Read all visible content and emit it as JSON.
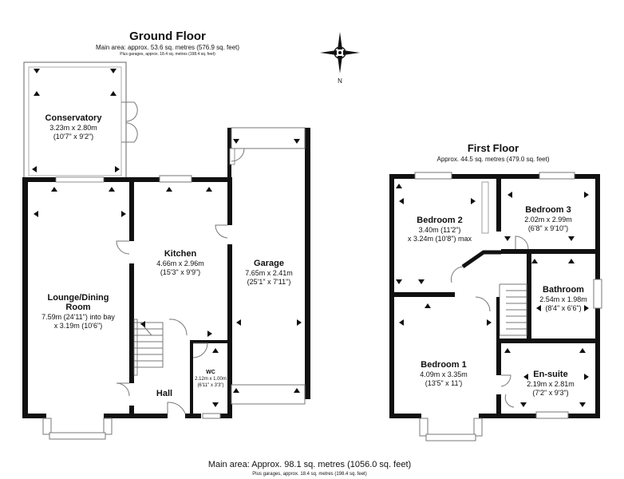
{
  "ground_floor": {
    "title": "Ground Floor",
    "main_area": "Main area: approx. 53.6 sq. metres (576.9 sq. feet)",
    "plus_garages": "Plus garages, approx. 18.4 sq. metres (198.4 sq. feet)",
    "rooms": {
      "conservatory": {
        "name": "Conservatory",
        "metric": "3.23m x 2.80m",
        "imperial": "(10'7\" x 9'2\")"
      },
      "lounge": {
        "name_line1": "Lounge/Dining",
        "name_line2": "Room",
        "metric": "7.59m (24'11\") into bay",
        "imperial": "x 3.19m (10'6\")"
      },
      "kitchen": {
        "name": "Kitchen",
        "metric": "4.66m x 2.96m",
        "imperial": "(15'3\" x 9'9\")"
      },
      "garage": {
        "name": "Garage",
        "metric": "7.65m x 2.41m",
        "imperial": "(25'1\" x 7'11\")"
      },
      "wc": {
        "name": "WC",
        "metric": "2.12m x 1.00m",
        "imperial": "(6'11\" x 3'3\")"
      },
      "hall": {
        "name": "Hall"
      }
    }
  },
  "first_floor": {
    "title": "First Floor",
    "area": "Approx. 44.5 sq. metres (479.0 sq. feet)",
    "rooms": {
      "bedroom2": {
        "name": "Bedroom 2",
        "line1": "3.40m (11'2\")",
        "line2": "x 3.24m (10'8\") max"
      },
      "bedroom3": {
        "name": "Bedroom 3",
        "metric": "2.02m x 2.99m",
        "imperial": "(6'8\" x 9'10\")"
      },
      "bathroom": {
        "name": "Bathroom",
        "metric": "2.54m x 1.98m",
        "imperial": "(8'4\" x 6'6\")"
      },
      "bedroom1": {
        "name": "Bedroom 1",
        "metric": "4.09m x 3.35m",
        "imperial": "(13'5\" x 11')"
      },
      "ensuite": {
        "name": "En-suite",
        "metric": "2.19m x 2.81m",
        "imperial": "(7'2\" x 9'3\")"
      }
    }
  },
  "compass": {
    "north_label": "N"
  },
  "footer": {
    "main_area": "Main area: Approx. 98.1 sq. metres (1056.0 sq. feet)",
    "plus_garages": "Plus garages, approx. 18.4 sq. metres (198.4 sq. feet)"
  }
}
